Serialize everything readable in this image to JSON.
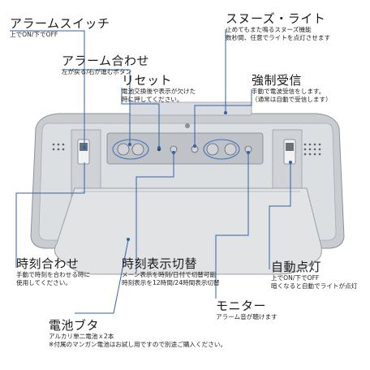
{
  "labels": {
    "alarm_switch": {
      "title": "アラームスイッチ",
      "desc": [
        "上でON/下でOFF"
      ]
    },
    "alarm_set": {
      "title": "アラーム合わせ",
      "desc": [
        "左が戻る/右が進むボタン"
      ]
    },
    "reset": {
      "title": "リセット",
      "desc": [
        "電池交換後や表示が欠けた",
        "時に押してください。"
      ]
    },
    "snooze_light": {
      "title": "スヌーズ・ライト",
      "desc": [
        "止めてもまた鳴るスヌーズ機能",
        "数秒間、任意でライトを点灯させます"
      ]
    },
    "radio_receive": {
      "title": "強制受信",
      "desc": [
        "手動で電波受信をします。",
        "（通常は自動で受信します）"
      ]
    },
    "time_set": {
      "title": "時刻合わせ",
      "desc": [
        "手動で時刻を合わせる時に",
        "使用してください。"
      ]
    },
    "time_format": {
      "title": "時刻表示切替",
      "desc": [
        "メーン表示を時刻/日付で切替可能",
        "時刻表示を12時間/24時間表示切替"
      ]
    },
    "auto_light": {
      "title": "自動点灯",
      "desc": [
        "上でON/下でOFF",
        "暗くなると自動でライトが点灯"
      ]
    },
    "monitor": {
      "title": "モニター",
      "desc": [
        "アラーム音が聴けます"
      ]
    },
    "battery_cover": {
      "title": "電池ブタ",
      "desc": [
        "アルカリ単二電池ｘ2本",
        "※付属のマンガン電池はお試し用ですので別途ご購入ください。"
      ]
    }
  },
  "colors": {
    "leader_line": "#2f63a8",
    "dot": "#2f63a8",
    "device_body": "#c9ccd0",
    "device_face": "#dcdfe2",
    "panel": "#bfc3c8",
    "button": "#cfd3d8",
    "stand": "#e1e3e5",
    "highlight_ring": "#3e73c4"
  },
  "icons": {
    "left_switch": "slide-switch-icon",
    "right_switch": "slide-switch-icon",
    "reset_hole": "reset-pinhole-icon",
    "speaker_grille": "speaker-grille-icon",
    "screw": "screw-icon"
  }
}
